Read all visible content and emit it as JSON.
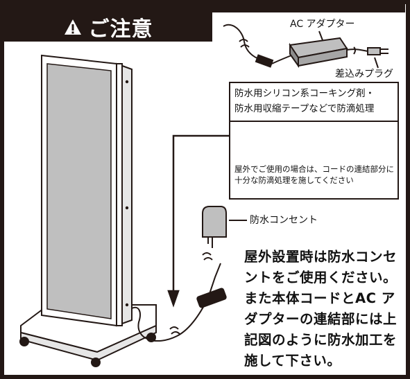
{
  "header": {
    "title": "ご注意",
    "icon": "warning-triangle-icon"
  },
  "labels": {
    "ac_adapter": "AC アダプター",
    "plug": "差込みプラグ",
    "waterproof_outlet": "防水コンセント"
  },
  "note": {
    "line1": "防水用シリコン系コーキング剤・",
    "line2": "防水用収縮テープなどで防滴処理"
  },
  "caution": "屋外でご使用の場合は、コードの連結部分に十分な防滴処理を施してください",
  "instructions": "屋外設置時は防水コンセントをご使用ください。また本体コードとAC アダプターの連結部には上記図のように防水加工を施して下さい。",
  "colors": {
    "dark": "#231815",
    "panel_gray": "#bfbfbf",
    "light_gray": "#e6e6e6"
  }
}
